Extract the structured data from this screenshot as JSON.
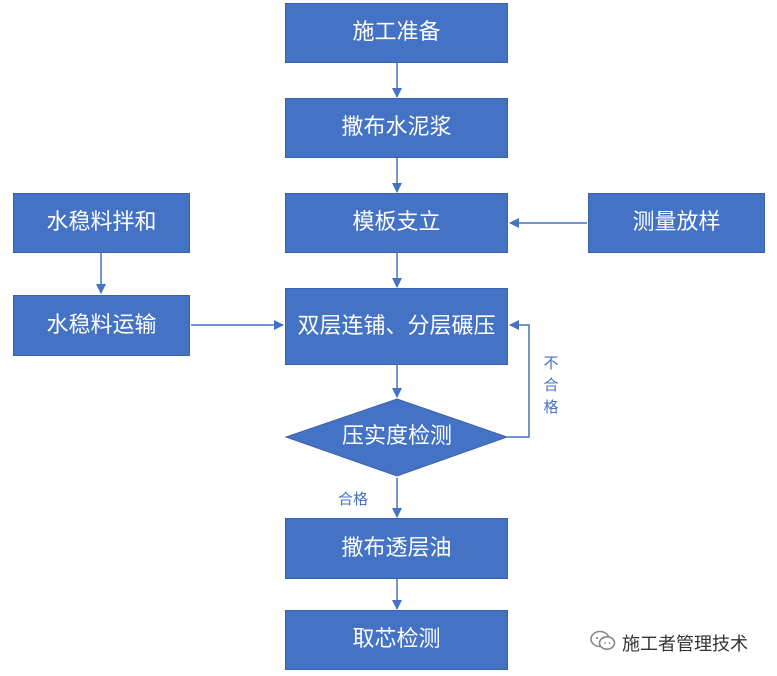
{
  "steps": {
    "prep": "施工准备",
    "slurry": "撒布水泥浆",
    "formwork": "模板支立",
    "survey": "测量放样",
    "mix": "水稳料拌和",
    "transport": "水稳料运输",
    "paving": "双层连铺、分层碾压",
    "compaction_check": "压实度检测",
    "prime_coat": "撒布透层油",
    "core_check": "取芯检测"
  },
  "labels": {
    "pass": "合格",
    "fail": "不合格"
  },
  "watermark": {
    "text": "施工者管理技术"
  },
  "colors": {
    "box": "#4472c4",
    "line": "#4472c4",
    "label": "#4472c4"
  }
}
